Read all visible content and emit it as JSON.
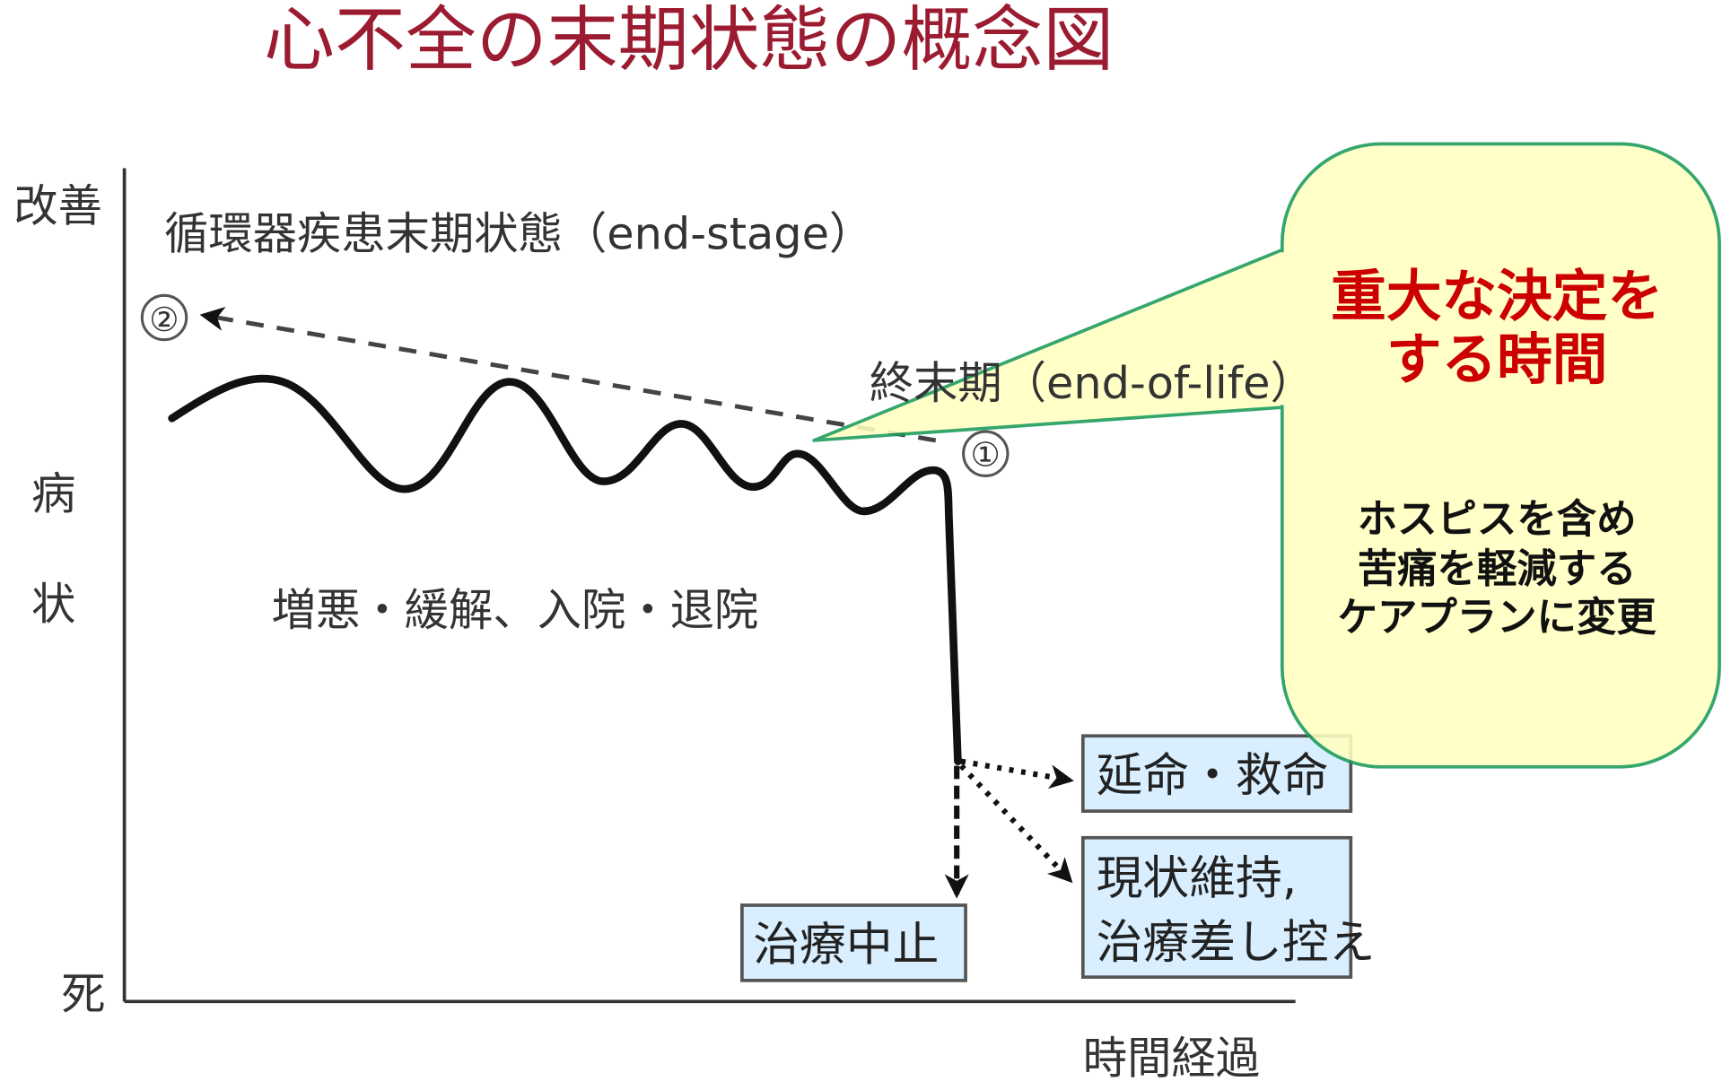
{
  "title": "心不全の末期状態の概念図",
  "axes": {
    "y_top": "改善",
    "y_mid1": "病",
    "y_mid2": "状",
    "y_bottom": "死",
    "x_label": "時間経過"
  },
  "stage_label": "循環器疾患末期状態（end-stage）",
  "end_of_life_label": "終末期（end-of-life）",
  "marker_1": "①",
  "marker_2": "②",
  "course_label": "増悪・緩解、入院・退院",
  "callout": {
    "headline_1": "重大な決定を",
    "headline_2": "する時間",
    "body_1": "ホスピスを含め",
    "body_2": "苦痛を軽減する",
    "body_3": "ケアプランに変更"
  },
  "outcomes": {
    "life_prolonging": "延命・救命",
    "maintain_1": "現状維持,",
    "maintain_2": "治療差し控え",
    "stop": "治療中止"
  },
  "colors": {
    "title": "#9b1b30",
    "headline": "#cc0000",
    "callout_fill": "#ffffc0",
    "callout_stroke": "#1a9a5a",
    "box_fill": "#d9efff"
  }
}
